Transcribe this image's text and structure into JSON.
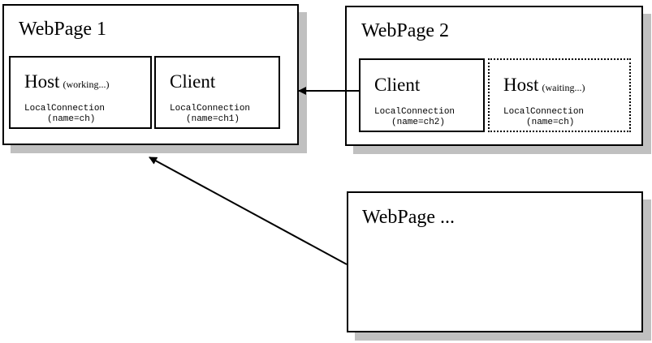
{
  "pages": {
    "page1": {
      "title": "WebPage 1",
      "host": {
        "title": "Host",
        "status": "(working...)",
        "lc_label": "LocalConnection",
        "lc_name": "(name=ch)"
      },
      "client": {
        "title": "Client",
        "lc_label": "LocalConnection",
        "lc_name": "(name=ch1)"
      }
    },
    "page2": {
      "title": "WebPage 2",
      "client": {
        "title": "Client",
        "lc_label": "LocalConnection",
        "lc_name": "(name=ch2)"
      },
      "host": {
        "title": "Host",
        "status": "(waiting...)",
        "lc_label": "LocalConnection",
        "lc_name": "(name=ch)"
      }
    },
    "page3": {
      "title": "WebPage ..."
    }
  },
  "colors": {
    "border": "#000000",
    "shadow": "#c0c0c0",
    "background": "#ffffff"
  }
}
